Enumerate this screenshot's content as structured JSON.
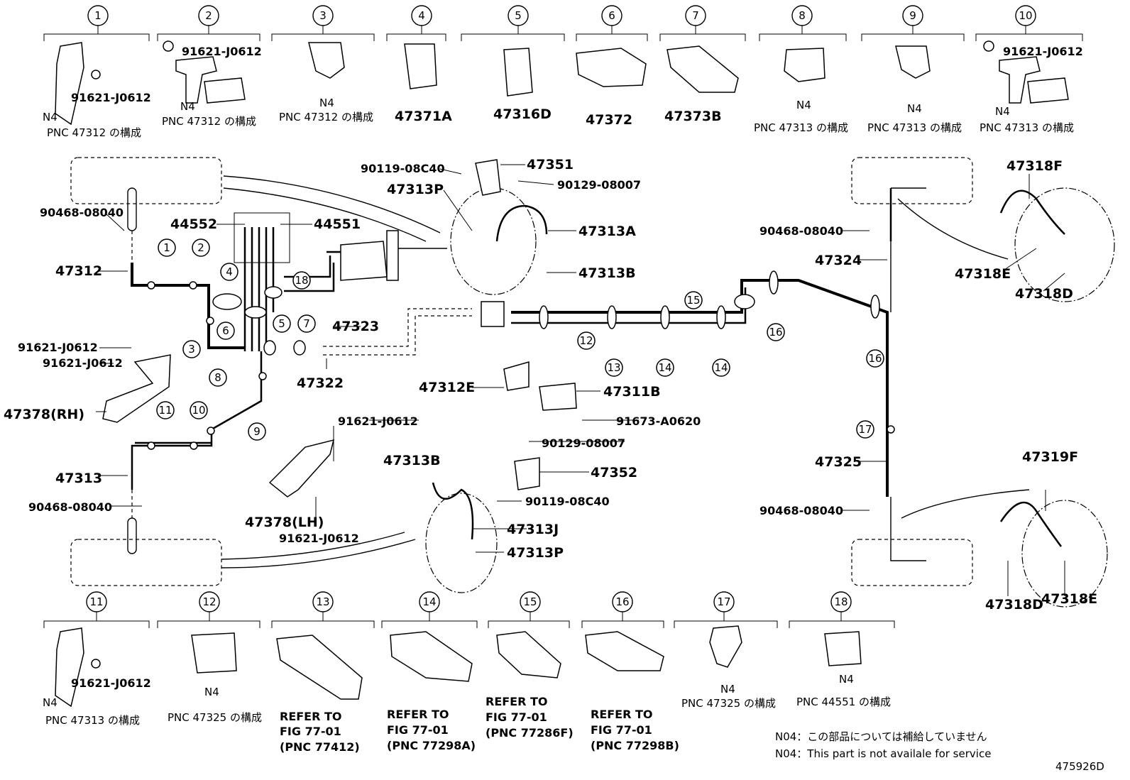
{
  "callouts": {
    "top": [
      {
        "num": "1",
        "parts": [
          "91621-J0612",
          "N4",
          "PNC 47312 の構成"
        ]
      },
      {
        "num": "2",
        "parts": [
          "91621-J0612",
          "N4",
          "PNC 47312 の構成"
        ]
      },
      {
        "num": "3",
        "parts": [
          "N4",
          "PNC 47312 の構成"
        ]
      },
      {
        "num": "4",
        "parts": [
          "47371A"
        ]
      },
      {
        "num": "5",
        "parts": [
          "47316D"
        ]
      },
      {
        "num": "6",
        "parts": [
          "47372"
        ]
      },
      {
        "num": "7",
        "parts": [
          "47373B"
        ]
      },
      {
        "num": "8",
        "parts": [
          "N4",
          "PNC 47313 の構成"
        ]
      },
      {
        "num": "9",
        "parts": [
          "N4",
          "PNC 47313 の構成"
        ]
      },
      {
        "num": "10",
        "parts": [
          "91621-J0612",
          "N4",
          "PNC 47313 の構成"
        ]
      }
    ],
    "bottom": [
      {
        "num": "11",
        "parts": [
          "91621-J0612",
          "N4",
          "PNC 47313 の構成"
        ]
      },
      {
        "num": "12",
        "parts": [
          "N4",
          "PNC 47325 の構成"
        ]
      },
      {
        "num": "13",
        "parts": [
          "REFER TO",
          "FIG 77-01",
          "(PNC 77412)"
        ]
      },
      {
        "num": "14",
        "parts": [
          "REFER TO",
          "FIG 77-01",
          "(PNC 77298A)"
        ]
      },
      {
        "num": "15",
        "parts": [
          "REFER TO",
          "FIG 77-01",
          "(PNC 77286F)"
        ]
      },
      {
        "num": "16",
        "parts": [
          "REFER TO",
          "FIG 77-01",
          "(PNC 77298B)"
        ]
      },
      {
        "num": "17",
        "parts": [
          "N4",
          "PNC 47325 の構成"
        ]
      },
      {
        "num": "18",
        "parts": [
          "N4",
          "PNC 44551 の構成"
        ]
      }
    ]
  },
  "main_labels": {
    "p90468_1": "90468-08040",
    "p47312": "47312",
    "p91621_a": "91621-J0612",
    "p91621_b": "91621-J0612",
    "p47378rh": "47378(RH)",
    "p47313": "47313",
    "p90468_2": "90468-08040",
    "p44552": "44552",
    "p44551": "44551",
    "p47323": "47323",
    "p47322": "47322",
    "p90119_1": "90119-08C40",
    "p47351": "47351",
    "p47313p_1": "47313P",
    "p90129_1": "90129-08007",
    "p47313a": "47313A",
    "p47313b_1": "47313B",
    "p47312e": "47312E",
    "p47311b": "47311B",
    "p91673": "91673-A0620",
    "p91621_c": "91621-J0612",
    "p47378lh": "47378(LH)",
    "p91621_d": "91621-J0612",
    "p90129_2": "90129-08007",
    "p47313b_2": "47313B",
    "p47352": "47352",
    "p90119_2": "90119-08C40",
    "p47313j": "47313J",
    "p47313p_2": "47313P",
    "p90468_3": "90468-08040",
    "p47324": "47324",
    "p47325": "47325",
    "p90468_4": "90468-08040",
    "p47318f": "47318F",
    "p47318e_1": "47318E",
    "p47318d_1": "47318D",
    "p47319f": "47319F",
    "p47318d_2": "47318D",
    "p47318e_2": "47318E"
  },
  "pipe_markers": [
    "1",
    "2",
    "3",
    "4",
    "5",
    "6",
    "7",
    "8",
    "9",
    "10",
    "11",
    "12",
    "13",
    "14",
    "14",
    "15",
    "16",
    "16",
    "17",
    "18"
  ],
  "notes": {
    "jp": "N04：この部品については補給していません",
    "en": "N04：This part is not availale for service",
    "fig_id": "475926D"
  }
}
